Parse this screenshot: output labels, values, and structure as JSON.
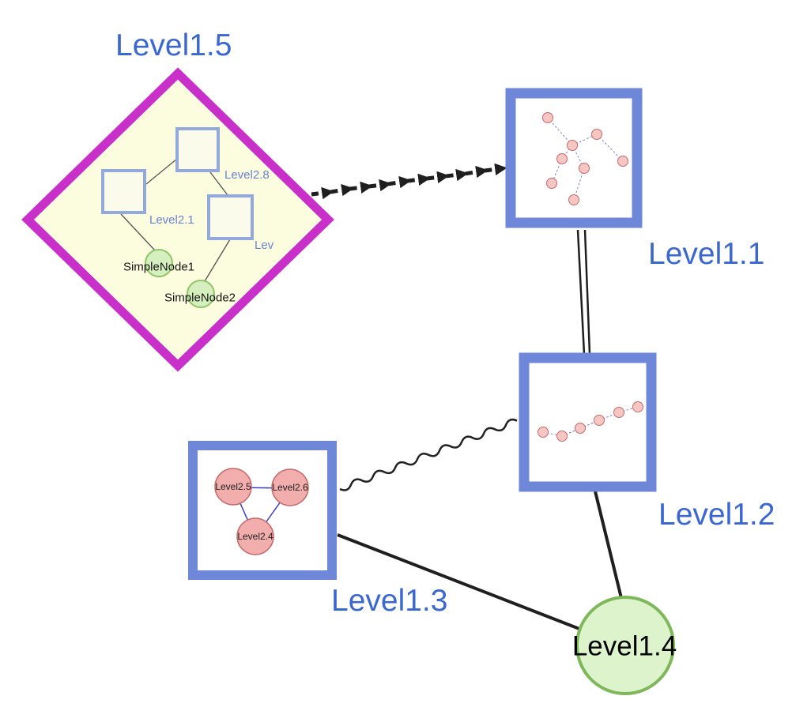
{
  "nodes": {
    "level15": {
      "label": "Level1.5",
      "shape": "diamond-group",
      "children": {
        "level28": {
          "label": "Level2.8",
          "shape": "square-group"
        },
        "level21": {
          "label": "Level2.1",
          "shape": "square-group"
        },
        "lev": {
          "label": "Lev",
          "shape": "square-group"
        },
        "simplenode1": {
          "label": "SimpleNode1",
          "shape": "green-circle"
        },
        "simplenode2": {
          "label": "SimpleNode2",
          "shape": "green-circle"
        }
      }
    },
    "level11": {
      "label": "Level1.1",
      "shape": "square-group",
      "contents": "cluster of small pink nodes with dashed edges"
    },
    "level12": {
      "label": "Level1.2",
      "shape": "square-group",
      "contents": "chain of small pink nodes with dashed edges"
    },
    "level13": {
      "label": "Level1.3",
      "shape": "square-group",
      "children": {
        "level25": {
          "label": "Level2.5",
          "shape": "pink-circle"
        },
        "level26": {
          "label": "Level2.6",
          "shape": "pink-circle"
        },
        "level24": {
          "label": "Level2.4",
          "shape": "pink-circle"
        }
      }
    },
    "level14": {
      "label": "Level1.4",
      "shape": "green-circle"
    }
  },
  "edges": [
    {
      "from": "Level1.5",
      "to": "Level1.1",
      "style": "dashed-with-arrowheads"
    },
    {
      "from": "Level1.1",
      "to": "Level1.2",
      "style": "double-parallel-line"
    },
    {
      "from": "Level1.3",
      "to": "Level1.2",
      "style": "wavy-line"
    },
    {
      "from": "Level1.3",
      "to": "Level1.4",
      "style": "solid-line"
    },
    {
      "from": "Level1.2",
      "to": "Level1.4",
      "style": "solid-line"
    }
  ],
  "colors": {
    "label_blue": "#3A67D1",
    "group_border_blue": "#6F87D8",
    "inner_square_border_blue": "#93A9DC",
    "diamond_border_magenta": "#C92FC9",
    "diamond_fill_yellow": "#FCFCDF",
    "green_node_fill": "#D6EFBE",
    "green_node_border": "#8FC468",
    "pink_node_fill": "#F2ADAD",
    "pink_node_border": "#C46A6A",
    "edge_black": "#1F1F1F",
    "triangle_edge_blue": "#3C3CC8",
    "dashed_mini_edge_blue": "#7E7ED0"
  }
}
